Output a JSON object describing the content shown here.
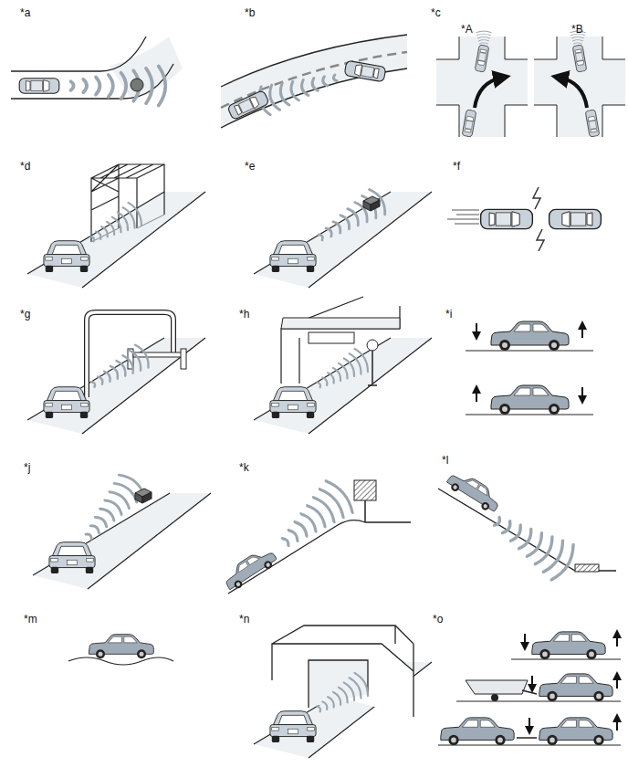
{
  "diagram": {
    "labels": [
      "*a",
      "*b",
      "*c",
      "*A",
      "*B",
      "*d",
      "*e",
      "*f",
      "*g",
      "*h",
      "*i",
      "*j",
      "*k",
      "*l",
      "*m",
      "*n",
      "*o"
    ]
  }
}
